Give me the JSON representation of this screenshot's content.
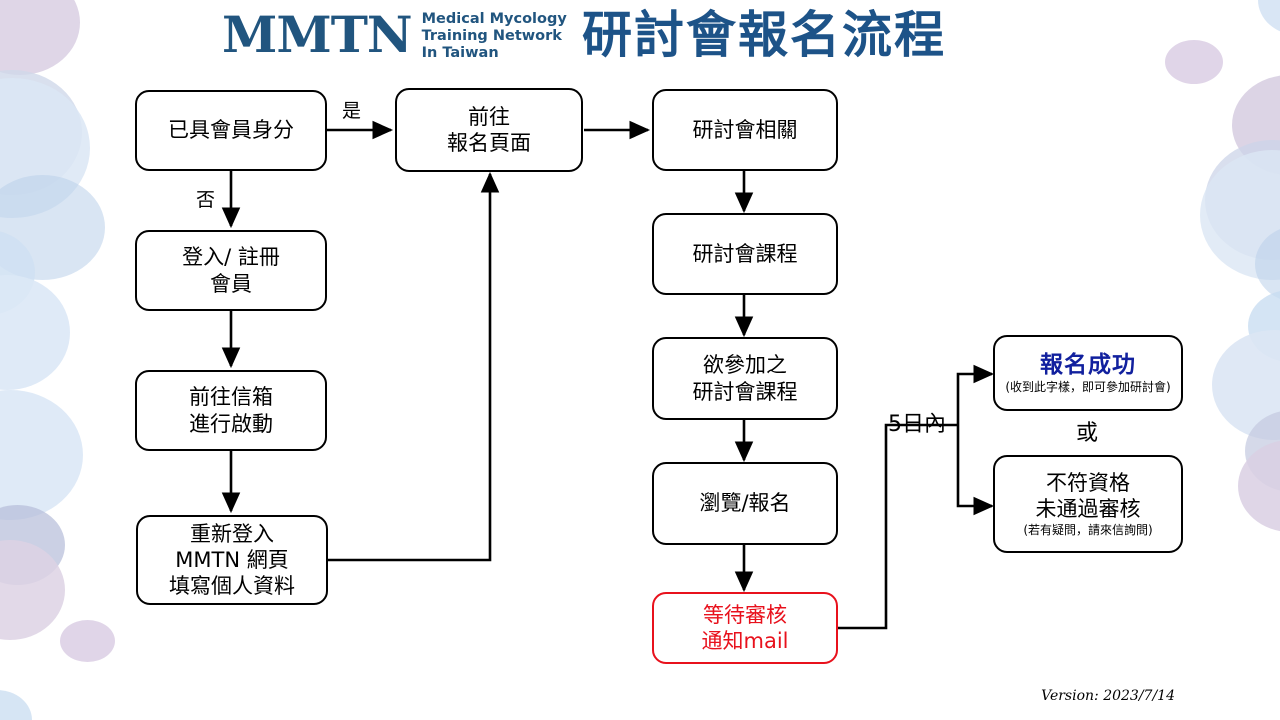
{
  "header": {
    "logo_mark": "MMTN",
    "logo_sub_line1": "Medical Mycology",
    "logo_sub_line2": "Training Network",
    "logo_sub_line3": "In Taiwan",
    "title": "研討會報名流程",
    "logo_color": "#21557f",
    "title_color": "#1d5388"
  },
  "nodes": {
    "member_status": {
      "line1": "已具會員身分"
    },
    "goto_signup_page": {
      "line1": "前往",
      "line2": "報名頁面"
    },
    "seminar_related": {
      "line1": "研討會相關"
    },
    "login_register": {
      "line1": "登入/ 註冊",
      "line2": "會員"
    },
    "seminar_course": {
      "line1": "研討會課程"
    },
    "goto_mailbox": {
      "line1": "前往信箱",
      "line2": "進行啟動"
    },
    "desired_course": {
      "line1": "欲參加之",
      "line2": "研討會課程"
    },
    "browse_signup": {
      "line1": "瀏覽/報名"
    },
    "relogin_fill": {
      "line1": "重新登入",
      "line2": "MMTN 網頁",
      "line3": "填寫個人資料"
    },
    "await_review": {
      "line1": "等待審核",
      "line2": "通知mail",
      "color": "#e8111c"
    },
    "success": {
      "line1": "報名成功",
      "note": "(收到此字樣，即可參加研討會)",
      "color": "#11209e"
    },
    "rejected": {
      "line1": "不符資格",
      "line2": "未通過審核",
      "note": "(若有疑問，請來信詢問)"
    }
  },
  "edge_labels": {
    "yes": "是",
    "no": "否",
    "within_5_days": "5日內",
    "or": "或"
  },
  "footer": {
    "version": "Version: 2023/7/14"
  }
}
